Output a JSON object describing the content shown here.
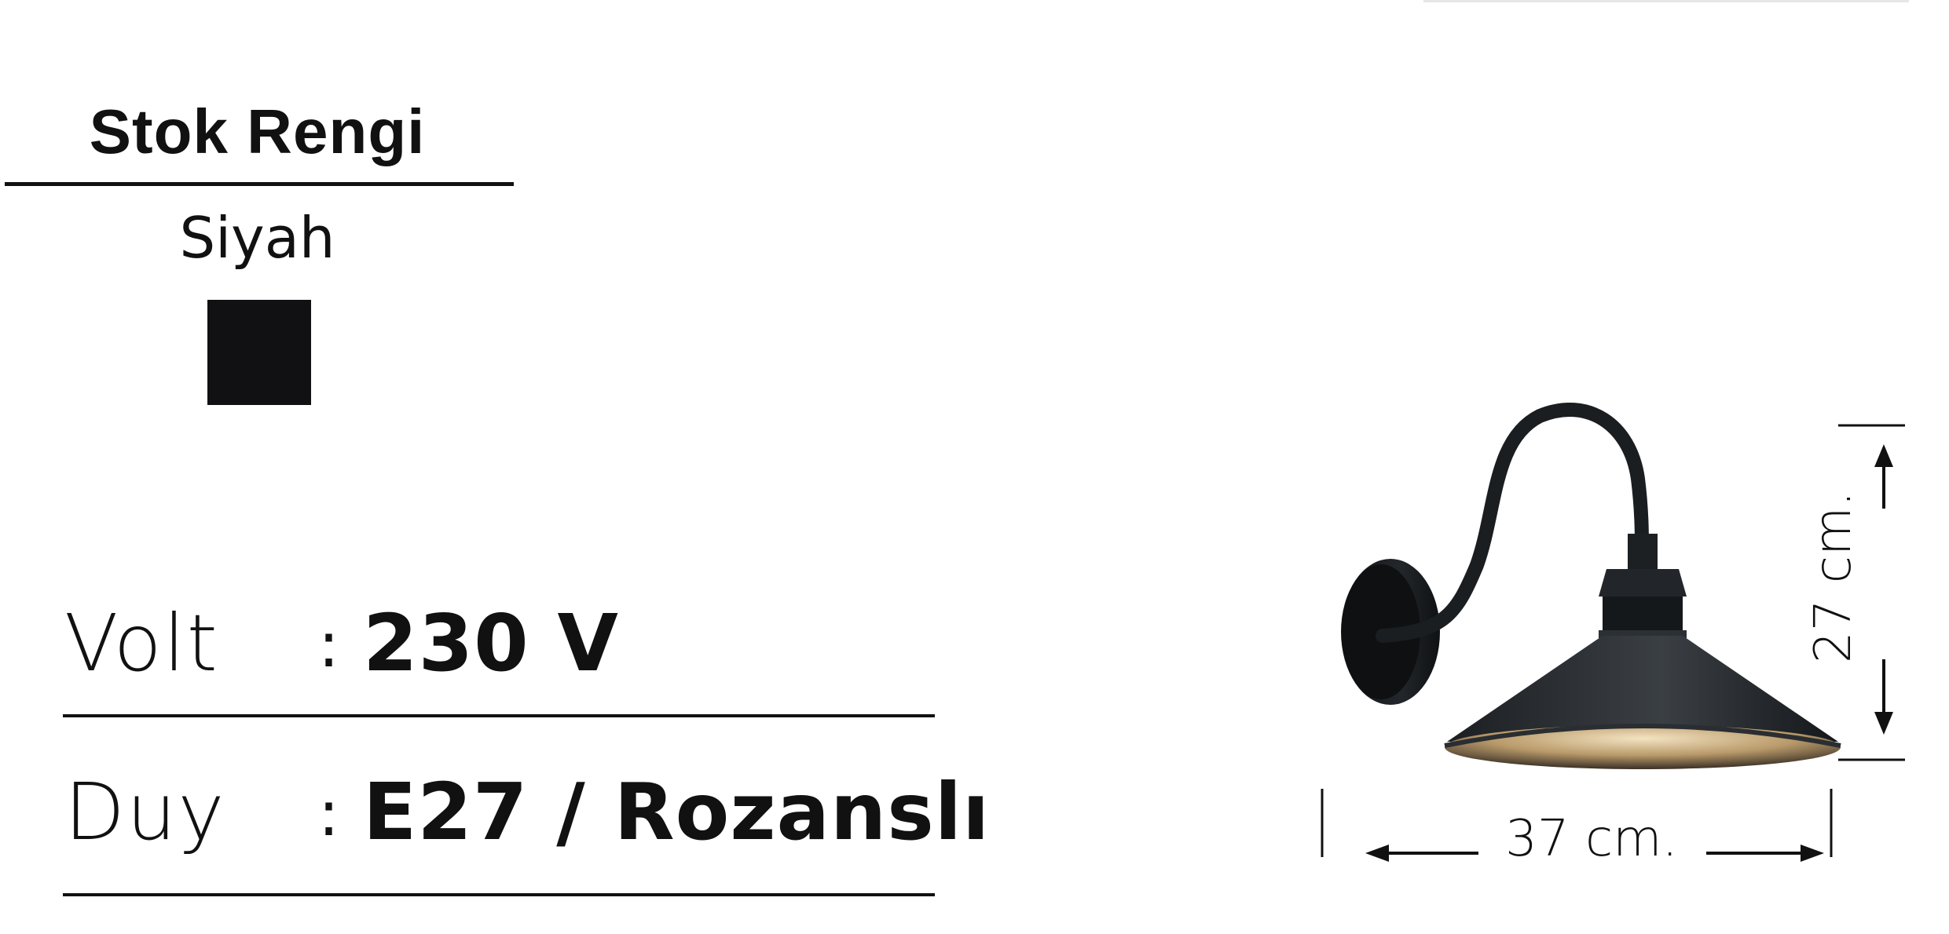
{
  "stock": {
    "title": "Stok Rengi",
    "color_name": "Siyah",
    "color_hex": "#111114"
  },
  "specs": [
    {
      "label": "Volt",
      "separator": ":",
      "value": "230 V"
    },
    {
      "label": "Duy",
      "separator": ":",
      "value": "E27 / Rozanslı"
    }
  ],
  "dimensions": {
    "height": "27 cm.",
    "width": "37 cm."
  },
  "product_icon": "wall-lamp-icon"
}
